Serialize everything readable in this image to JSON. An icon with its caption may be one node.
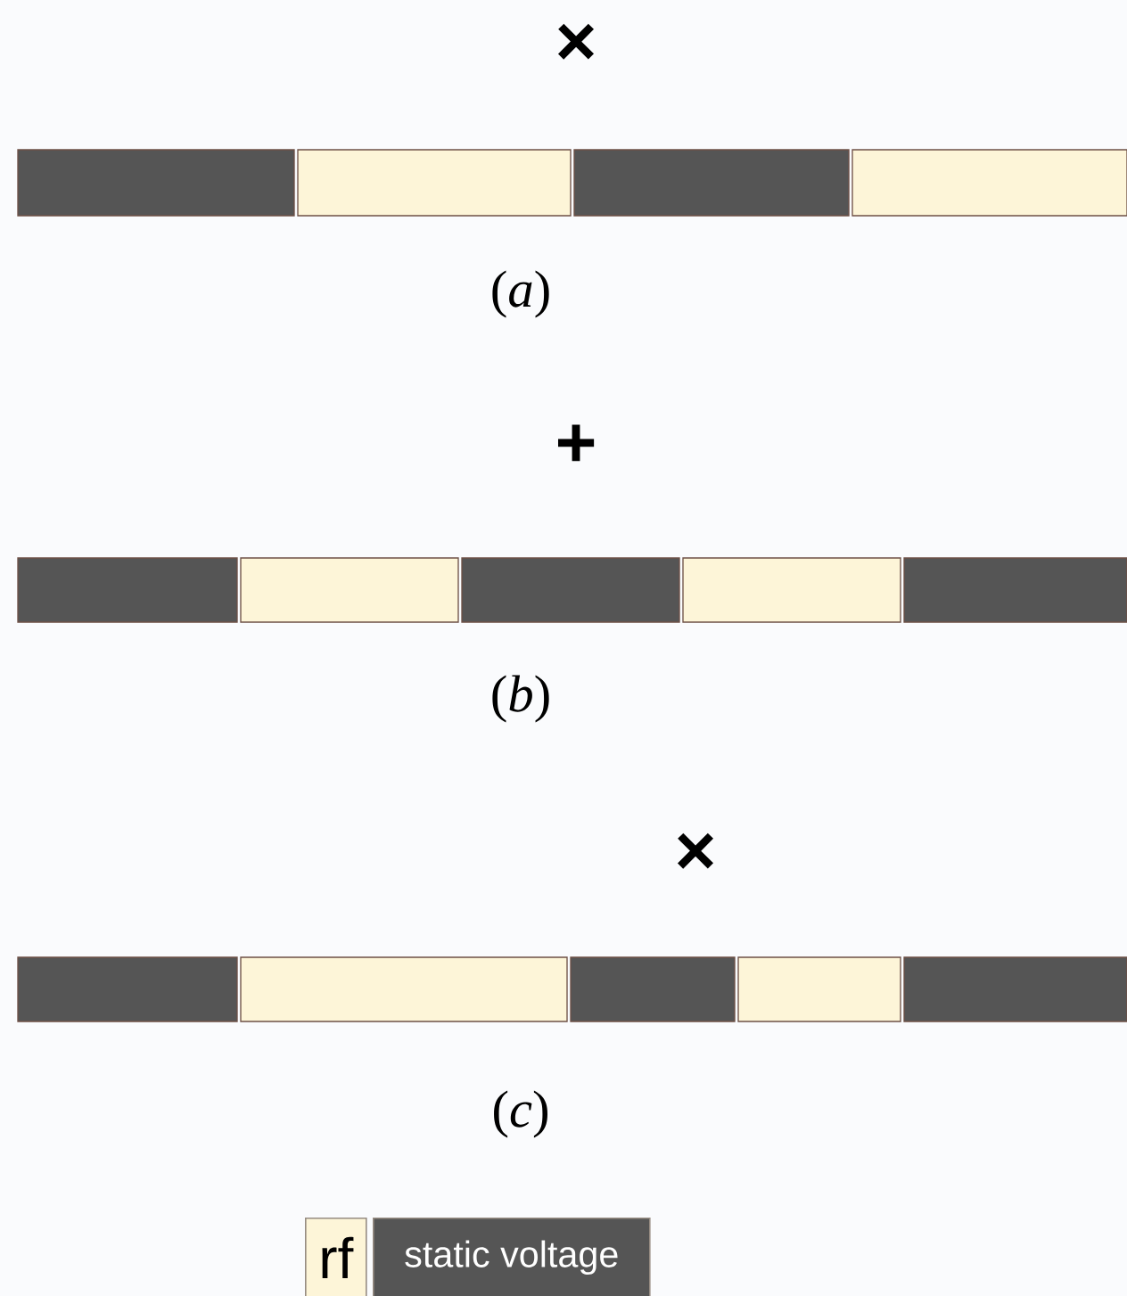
{
  "diagram": {
    "labels": [
      "×",
      "(*a*)",
      "+",
      "(*b*)",
      "×",
      "(*c*)"
    ],
    "legend": [
      {
        "text": "rf",
        "color": "#fdf5d8"
      },
      {
        "text": "static voltage",
        "color": "#555555"
      }
    ]
  }
}
